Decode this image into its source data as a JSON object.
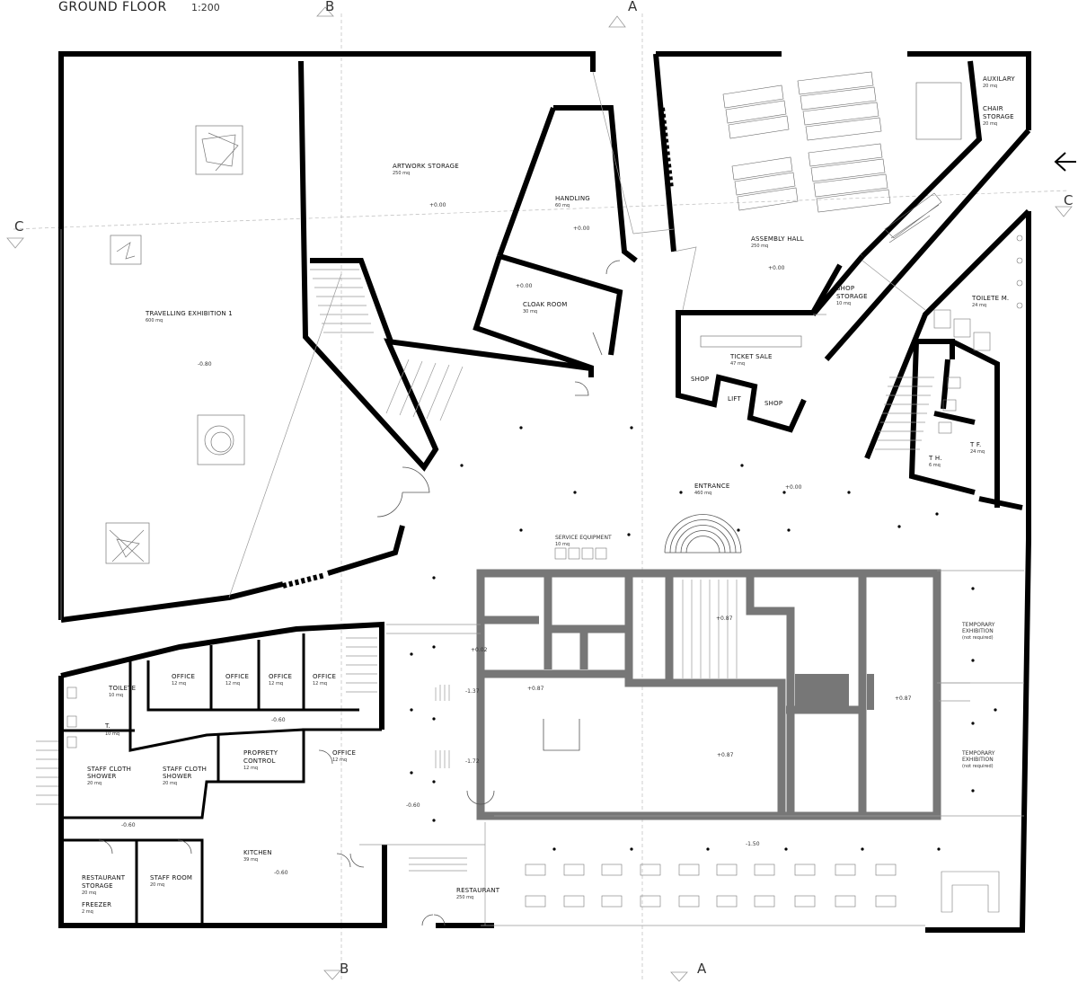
{
  "header": {
    "title": "GROUND FLOOR",
    "scale": "1:200"
  },
  "sections": {
    "a_top": "A",
    "b_top": "B",
    "c_left": "C",
    "c_right": "C",
    "a_bottom": "A",
    "b_bottom": "B"
  },
  "rooms": {
    "artwork_storage": {
      "name": "ARTWORK STORAGE",
      "area": "250 mq",
      "level": "+0.00"
    },
    "handling": {
      "name": "HANDLING",
      "area": "60 mq",
      "level": "+0.00"
    },
    "cloak_room": {
      "name": "CLOAK ROOM",
      "area": "30 mq",
      "level": "+0.00"
    },
    "travelling_exhibition": {
      "name": "TRAVELLING EXHIBITION 1",
      "area": "600 mq",
      "level": "-0.80"
    },
    "auxilary": {
      "name": "AUXILARY",
      "area": "20 mq"
    },
    "chair_storage": {
      "name_1": "CHAIR",
      "name_2": "STORAGE",
      "area": "20 mq"
    },
    "assembly_hall": {
      "name": "ASSEMBLY HALL",
      "area": "250 mq",
      "level": "+0.00"
    },
    "shop_storage": {
      "name_1": "SHOP",
      "name_2": "STORAGE",
      "area": "10 mq"
    },
    "ticket_sale": {
      "name": "TICKET SALE",
      "area": "47 mq"
    },
    "shop_left": {
      "name": "SHOP"
    },
    "lift": {
      "name": "LIFT"
    },
    "shop_right": {
      "name": "SHOP"
    },
    "toilete_m": {
      "name": "TOILETE M.",
      "area": "24 mq"
    },
    "toilete_f": {
      "name": "T F.",
      "area": "24 mq"
    },
    "toilete_h": {
      "name": "T H.",
      "area": "6 mq"
    },
    "entrance": {
      "name": "ENTRANCE",
      "area": "460 mq",
      "level": "+0.00"
    },
    "service_equipment": {
      "name": "SERVICE EQUIPMENT",
      "area": "10 mq"
    },
    "temporary_exhibition_1": {
      "name_1": "TEMPORARY",
      "name_2": "EXHIBITION",
      "note": "(not required)"
    },
    "temporary_exhibition_2": {
      "name_1": "TEMPORARY",
      "name_2": "EXHIBITION",
      "note": "(not required)"
    },
    "toilete": {
      "name": "TOILETE",
      "area": "10 mq"
    },
    "office_1": {
      "name": "OFFICE",
      "area": "12 mq"
    },
    "office_2": {
      "name": "OFFICE",
      "area": "12 mq"
    },
    "office_3": {
      "name": "OFFICE",
      "area": "12 mq"
    },
    "office_4": {
      "name": "OFFICE",
      "area": "12 mq"
    },
    "t_small": {
      "name": "T.",
      "area": "10 mq"
    },
    "corridor": {
      "level": "-0.60"
    },
    "staff_cloth_shower_1": {
      "name_1": "STAFF CLOTH",
      "name_2": "SHOWER",
      "area": "20 mq"
    },
    "staff_cloth_shower_2": {
      "name_1": "STAFF CLOTH",
      "name_2": "SHOWER",
      "area": "20 mq"
    },
    "proprety_control": {
      "name_1": "PROPRETY",
      "name_2": "CONTROL",
      "area": "12 mq"
    },
    "office_5": {
      "name": "OFFICE",
      "area": "12 mq"
    },
    "kitchen": {
      "name": "KITCHEN",
      "area": "39 mq",
      "level": "-0.60"
    },
    "restaurant_storage": {
      "name_1": "RESTAURANT",
      "name_2": "STORAGE",
      "area": "20 mq"
    },
    "freezer": {
      "name": "FREEZER",
      "area": "2 mq"
    },
    "staff_room": {
      "name": "STAFF ROOM",
      "area": "20 mq"
    },
    "restaurant": {
      "name": "RESTAURANT",
      "area": "250 mq",
      "level": "-1.50"
    },
    "lower_corridor": {
      "level": "-0.60"
    }
  },
  "levels": {
    "stair_top": "+0.02",
    "stair_mid": "-1.37",
    "stair_low": "-1.72",
    "hist_center": "+0.87",
    "hist_hall": "+0.87",
    "hist_stage": "+0.87",
    "hist_right": "+0.87"
  }
}
